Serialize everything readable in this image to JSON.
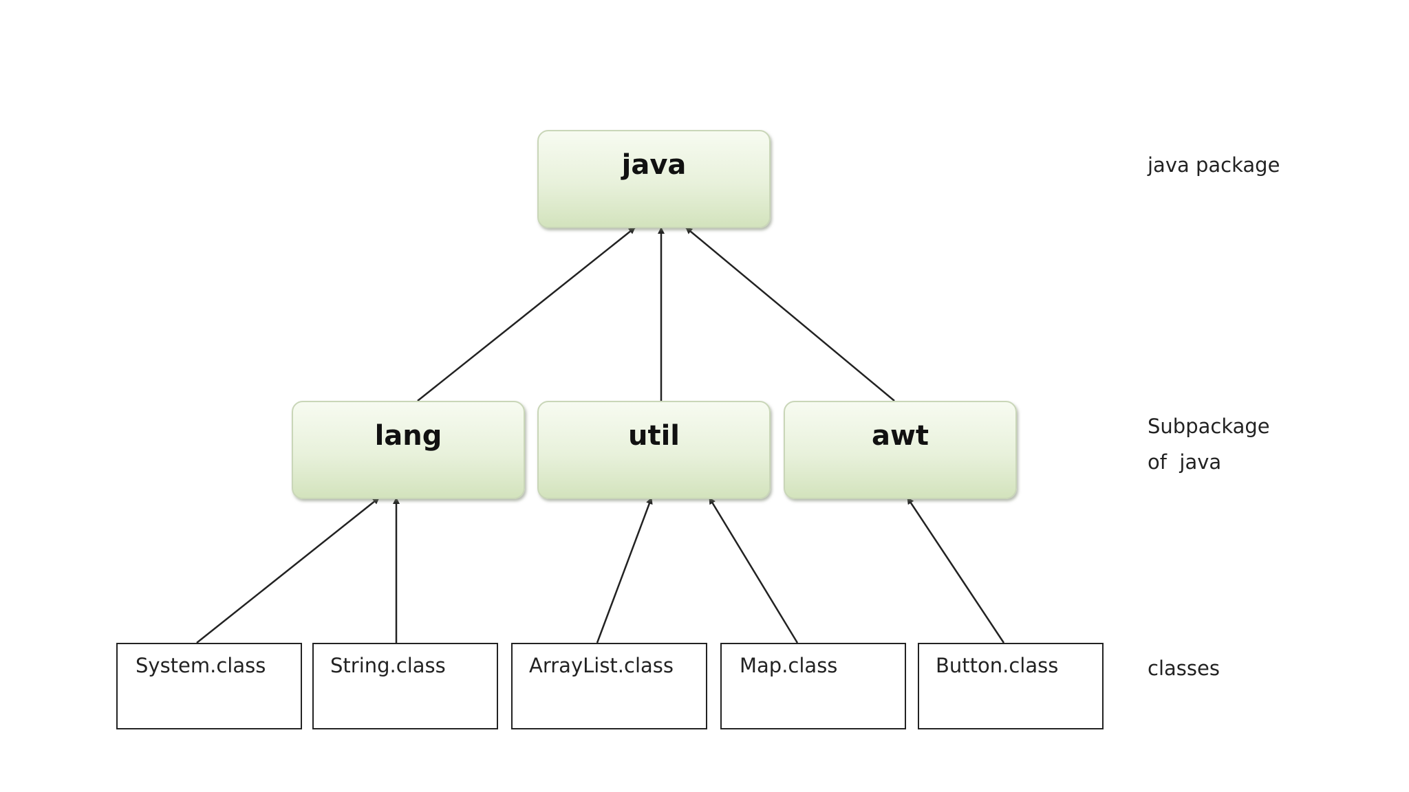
{
  "root_package": {
    "label": "java"
  },
  "subpackages": [
    {
      "id": "lang",
      "label": "lang"
    },
    {
      "id": "util",
      "label": "util"
    },
    {
      "id": "awt",
      "label": "awt"
    }
  ],
  "classes": [
    {
      "label": "System.class",
      "parent": "lang"
    },
    {
      "label": "String.class",
      "parent": "lang"
    },
    {
      "label": "ArrayList.class",
      "parent": "util"
    },
    {
      "label": "Map.class",
      "parent": "util"
    },
    {
      "label": "Button.class",
      "parent": "awt"
    }
  ],
  "level_labels": {
    "package": "java package",
    "subpackage_line1": "Subpackage",
    "subpackage_line2": "of  java",
    "classes": "classes"
  },
  "colors": {
    "box_fill_top": "#f7fbf1",
    "box_fill_bottom": "#d3e3bd",
    "arrow": "#222222"
  }
}
